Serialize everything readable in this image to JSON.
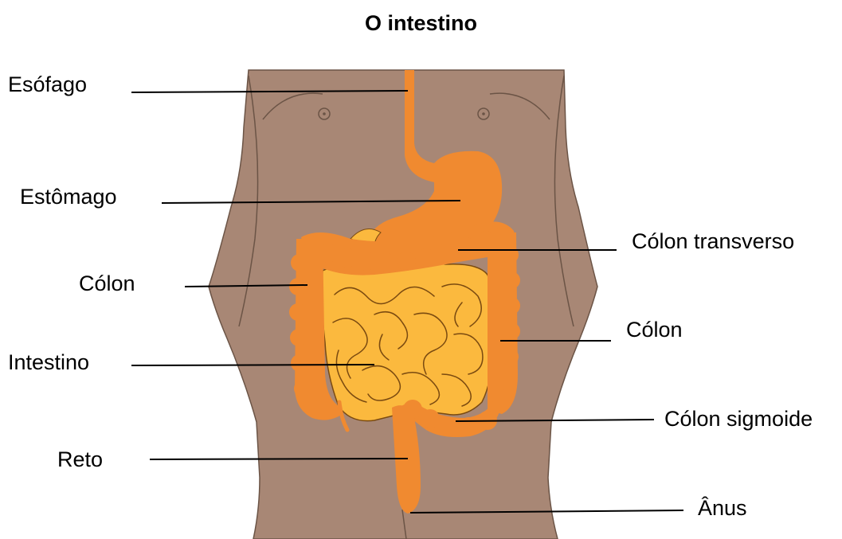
{
  "title": "O intestino",
  "labels": {
    "esofago": "Esófago",
    "estomago": "Estômago",
    "colon_left": "Cólon",
    "intestino": "Intestino",
    "reto": "Reto",
    "colon_transverso": "Cólon transverso",
    "colon_right": "Cólon",
    "colon_sigmoide": "Cólon sigmoide",
    "anus": "Ânus"
  },
  "colors": {
    "skin": "#a88775",
    "skin_outline": "#6b5446",
    "colon": "#f08a30",
    "small_intestine": "#fbb93e",
    "intestine_lines": "#7a4a10",
    "leader_line": "#000000"
  }
}
